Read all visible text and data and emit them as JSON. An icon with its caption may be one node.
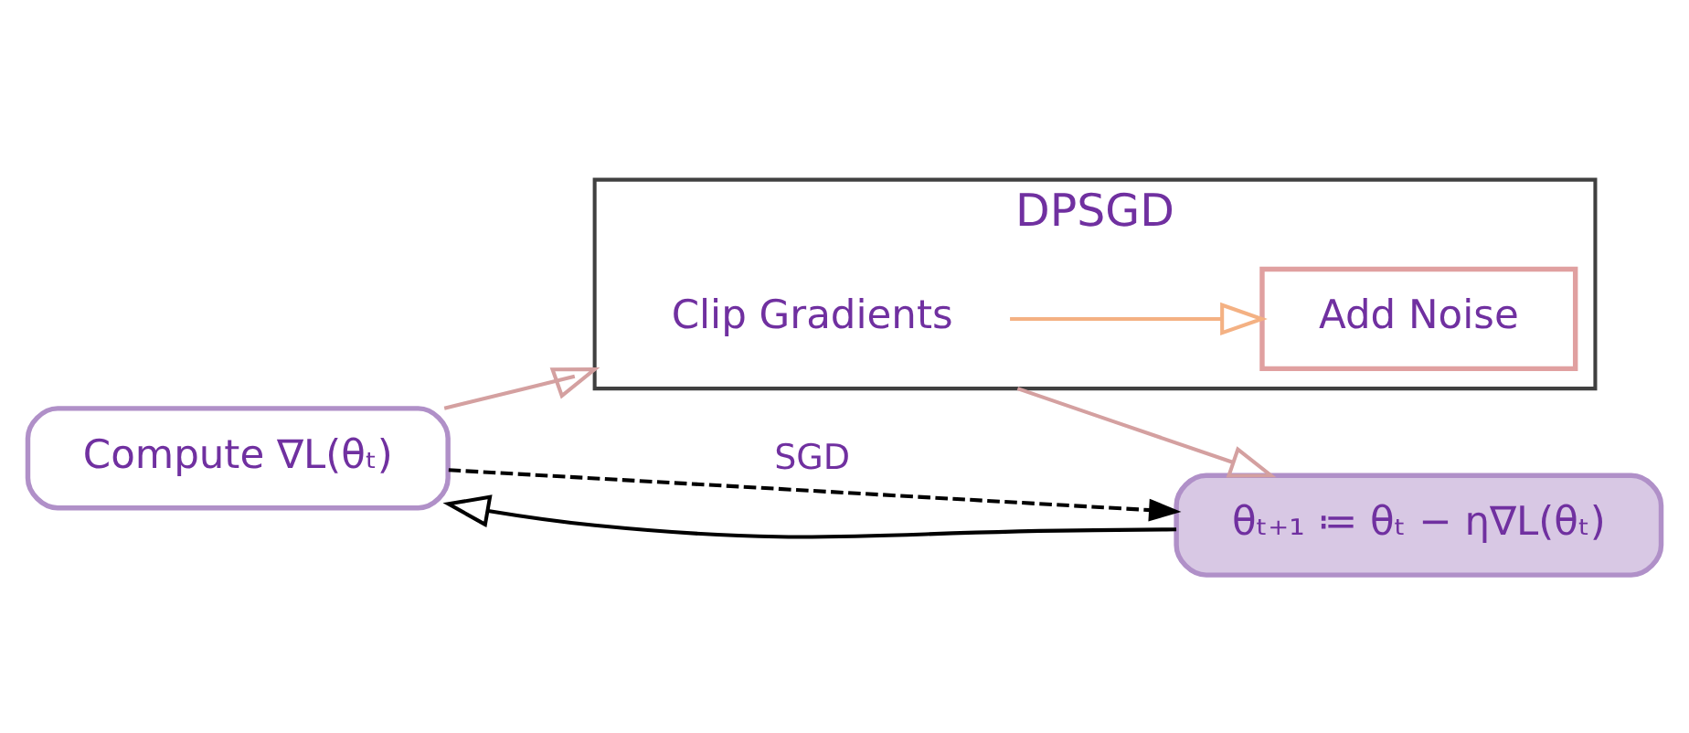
{
  "diagram": {
    "nodes": [
      {
        "text": [
          "DPSGD"
        ]
      },
      {
        "text": [
          "Clip Gradients"
        ],
        "in": 0
      },
      {
        "text": [
          "Add Noise"
        ],
        "in": 0
      },
      {
        "text": [
          "Compute ∇L(θₜ)"
        ]
      },
      {
        "text": [
          "θₜ₊₁ ≔ θₜ − η∇L(θₜ)"
        ]
      }
    ],
    "edges": [
      {
        "from": 3,
        "to": 0,
        "arrow": "to",
        "color": "#d4a0a0"
      },
      {
        "from": 1,
        "to": 2,
        "arrow": "to",
        "color": "#f4b183"
      },
      {
        "from": 0,
        "to": 4,
        "arrow": "to",
        "color": "#d4a0a0"
      },
      {
        "from": 3,
        "to": 4,
        "arrow": "to",
        "style": "dashed",
        "color": "#000000",
        "label": "SGD"
      },
      {
        "from": 4,
        "to": 3,
        "arrow": "to",
        "color": "#000000"
      }
    ]
  }
}
